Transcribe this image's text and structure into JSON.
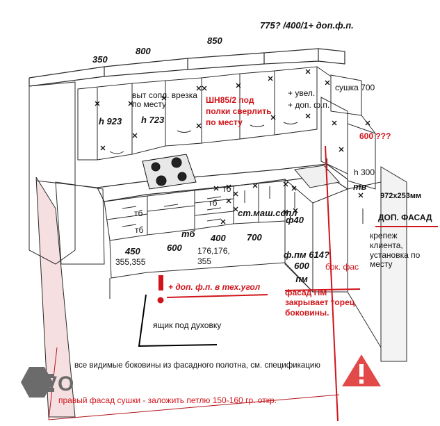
{
  "colors": {
    "line": "#2a2a2a",
    "red": "#d0141a",
    "wall": "#f6dfe0",
    "logo": "#6b6b6b"
  },
  "top_dims": {
    "d350": "350",
    "d800": "800",
    "d850": "850",
    "d775": "775? /400/1+ доп.ф.п."
  },
  "upper": {
    "note_vyt": "выт сопл. врезка\nпо месту",
    "h923": "h 923",
    "h723": "h 723",
    "shn": "ШН85/2 под\nполки сверлить\nпо месту",
    "uvel": "+ увел.\n+ доп. ф.п.",
    "sushka": "сушка 700",
    "q600": "600 ???",
    "h300": "h 300"
  },
  "lower": {
    "tb1": "тб",
    "tb2": "тб",
    "tb3": "тб",
    "tb4": "тб",
    "tb5": "тб",
    "tv": "тв",
    "f40": "ф40",
    "d450": "450",
    "d355": "355,355",
    "d600": "600",
    "d400": "400",
    "d176": "176,176,\n355",
    "stmash": "ст.маш.сопл",
    "d700": "700",
    "fpm": "ф.пм 614?",
    "d600pm": "600\nпм",
    "dim972": "972х253мм",
    "dop_facade": "ДОП. ФАСАД",
    "krepezh": "крепеж\nклиента,\nустановка по\nместу"
  },
  "notes": {
    "dop_tech": "+ доп. ф.п. в тех.угол",
    "box_fas": "бок. фас",
    "fasad_pm": "фасад ПМ\nзакрывает торец\nбоковины.",
    "yashik": "ящик под духовку",
    "bokoviny": "все видимые боковины из фасадного полотна, см. спецификацию",
    "sushka_petlya": "правый фасад сушки - заложить петлю 150-160 гр. откр.",
    "exclaim": "!"
  },
  "logo": {
    "text": "VO"
  }
}
